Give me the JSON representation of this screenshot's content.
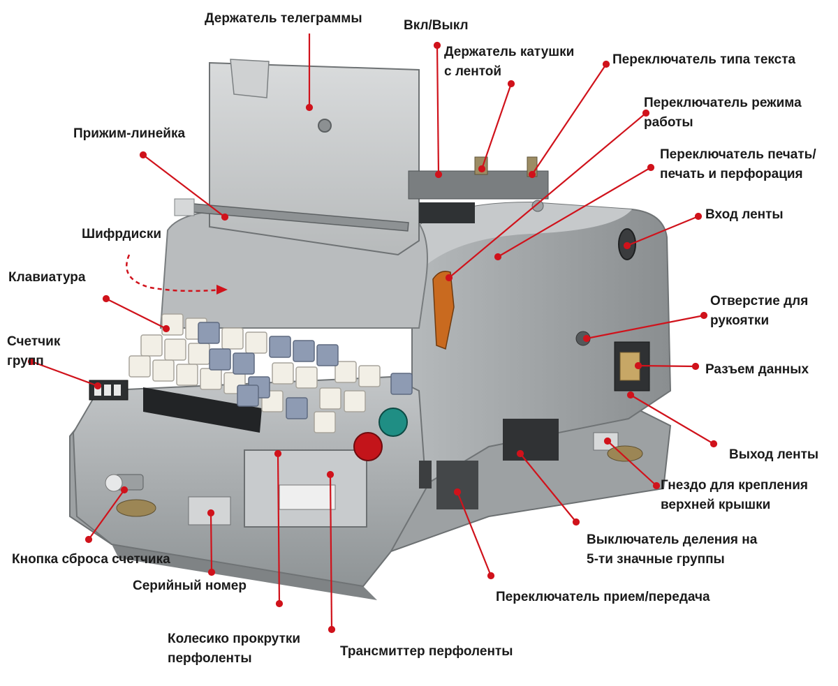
{
  "colors": {
    "leader": "#d0121b",
    "body": "#a9adaf",
    "key_white": "#f2efe6",
    "key_blue": "#8e9bb3"
  },
  "labels": {
    "telegram_holder": "Держатель телеграммы",
    "power": "Вкл/Выкл",
    "reel_holder": [
      "Держатель катушки",
      "с лентой"
    ],
    "text_type_switch": "Переключатель типа текста",
    "mode_switch": [
      "Переключатель режима",
      "работы"
    ],
    "print_switch": [
      "Переключатель печать/",
      "печать и перфорация"
    ],
    "pressure_ruler": "Прижим-линейка",
    "tape_input": "Вход ленты",
    "cipher_discs": "Шифрдиски",
    "keyboard": "Клавиатура",
    "handle_hole": [
      "Отверстие для",
      "рукоятки"
    ],
    "group_counter": [
      "Счетчик",
      "групп"
    ],
    "data_connector": "Разъем данных",
    "tape_output": "Выход ленты",
    "lid_socket": [
      "Гнездо для крепления",
      "верхней крышки"
    ],
    "counter_reset": "Кнопка сброса счетчика",
    "group_divider": [
      "Выключатель деления на",
      "5-ти значные группы"
    ],
    "serial_number": "Серийный номер",
    "rx_tx_switch": "Переключатель прием/передача",
    "scroll_wheel": [
      "Колесико прокрутки",
      "перфоленты"
    ],
    "tape_transmitter": "Трансмиттер перфоленты"
  }
}
